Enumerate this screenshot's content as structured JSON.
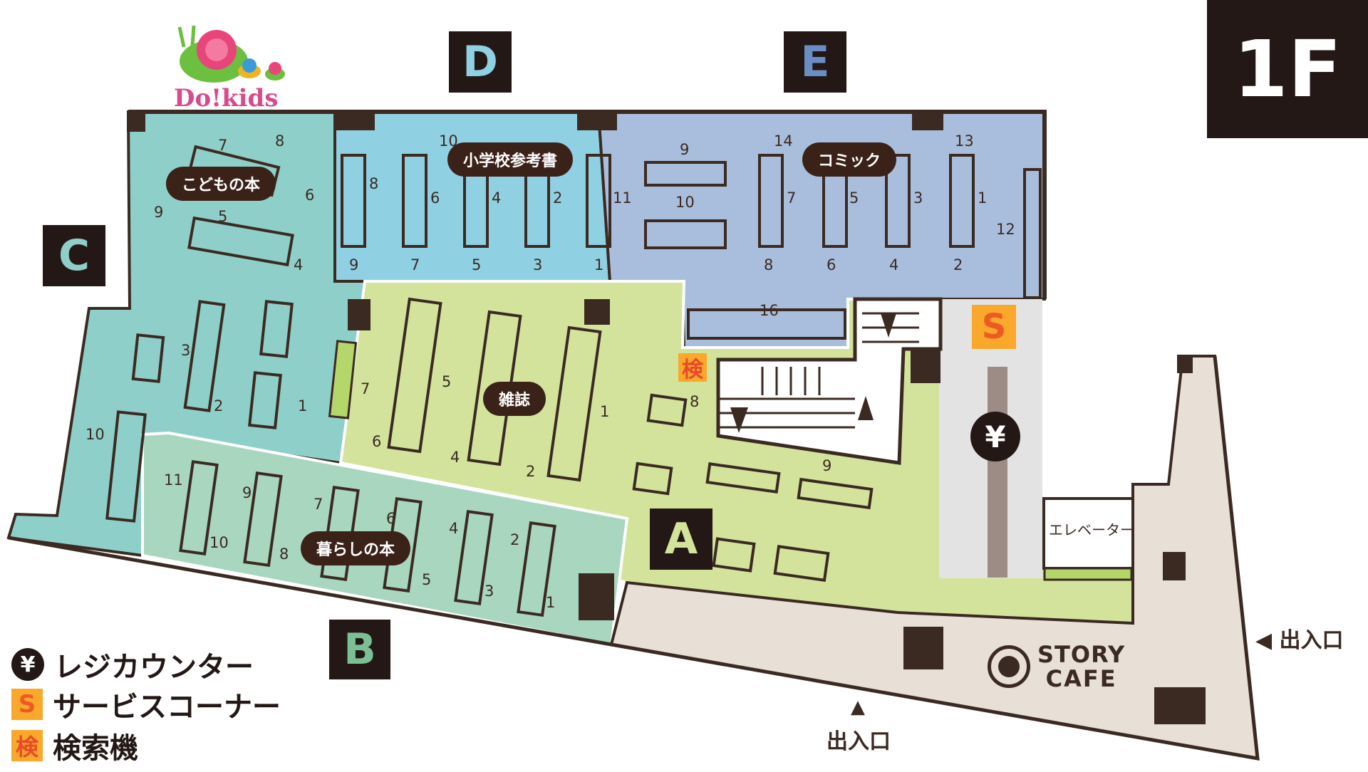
{
  "floor": {
    "label": "1F"
  },
  "sections": {
    "a": "A",
    "b": "B",
    "c": "C",
    "d": "D",
    "e": "E"
  },
  "brand": {
    "dokids": "Do!kids"
  },
  "genres": {
    "kodomo": "こどもの本",
    "shogakko": "小学校参考書",
    "comic": "コミック",
    "zasshi": "雑誌",
    "kurashi": "暮らしの本"
  },
  "facilities": {
    "service_mark": "S",
    "register_mark": "¥",
    "search_mark": "検",
    "elevator": "エレベーター",
    "cafe_line1": "STORY",
    "cafe_line2": "CAFE",
    "entrance_right": "◀ 出入口",
    "entrance_bottom_arrow": "▲",
    "entrance_bottom": "出入口"
  },
  "legend": [
    {
      "mark": "¥",
      "label": "レジカウンター"
    },
    {
      "mark": "S",
      "label": "サービスコーナー"
    },
    {
      "mark": "検",
      "label": "検索機"
    }
  ],
  "shelf_numbers": {
    "c": [
      "7",
      "8",
      "9",
      "6",
      "5",
      "4",
      "3",
      "2",
      "1",
      "10"
    ],
    "d": [
      "10",
      "8",
      "6",
      "4",
      "2",
      "11",
      "9",
      "7",
      "5",
      "3",
      "1"
    ],
    "e": [
      "9",
      "14",
      "13",
      "10",
      "7",
      "5",
      "3",
      "1",
      "12",
      "8",
      "6",
      "4",
      "2",
      "16"
    ],
    "a": [
      "7",
      "5",
      "6",
      "4",
      "2",
      "1",
      "8",
      "9"
    ],
    "b": [
      "11",
      "9",
      "7",
      "6",
      "4",
      "2",
      "10",
      "8",
      "5",
      "3",
      "1"
    ]
  },
  "colors": {
    "zone_c": "#8fcfc9",
    "zone_d": "#8fd0e3",
    "zone_e": "#a9bedc",
    "zone_a": "#d3e39c",
    "zone_b": "#a9d6bf",
    "zone_cafe": "#e8dfd6",
    "wall": "#3b2a22",
    "dark": "#231815"
  }
}
